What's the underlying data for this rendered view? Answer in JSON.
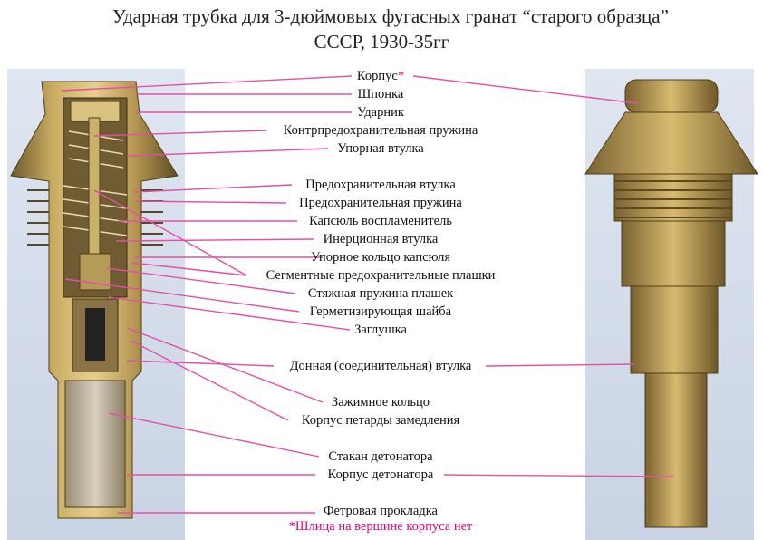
{
  "title": {
    "line1": "Ударная трубка для 3-дюймовых  фугасных гранат “старого образца”",
    "line2": "СССР, 1930-35гг"
  },
  "labels": [
    "Корпус",
    "Шпонка",
    "Ударник",
    "Контрпредохранительная пружина",
    "Упорная втулка",
    "Предохранительная втулка",
    "Предохранительная пружина",
    "Капсюль воспламенитель",
    "Инерционная втулка",
    "Упорное кольцо капсюля",
    "Сегментные предохранительные плашки",
    "Стяжная пружина плашек",
    "Герметизирующая шайба",
    "Заглушка",
    "Донная (соединительная) втулка",
    "Зажимное кольцо",
    "Корпус петарды замедления",
    "Стакан детонатора",
    "Корпус детонатора",
    "Фетровая прокладка"
  ],
  "label_asterisk": "*",
  "footnote": "*Шлица на вершине корпуса нет",
  "colors": {
    "leader_line": "#e34fa8",
    "footnote": "#e6007e",
    "brass": "#b3954f",
    "background": "#d3dbe9"
  }
}
